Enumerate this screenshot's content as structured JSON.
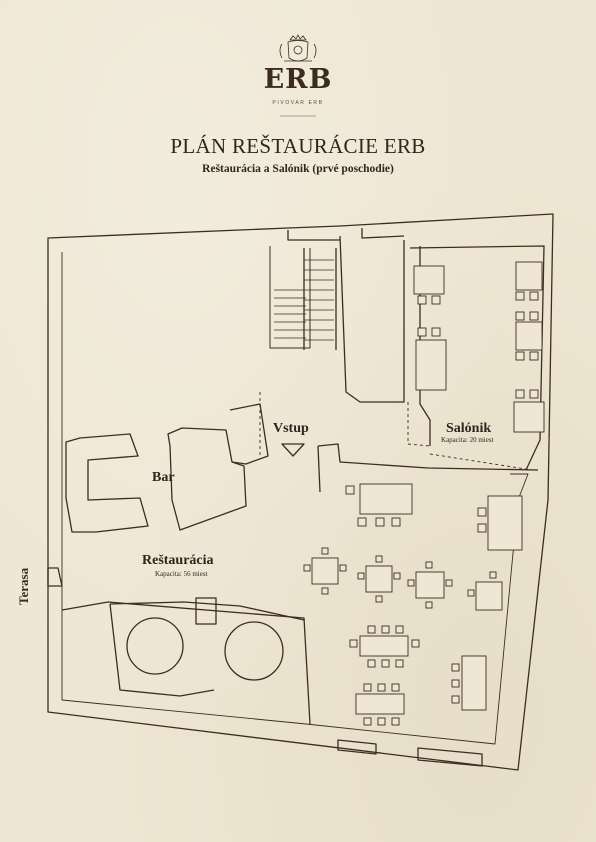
{
  "logo": {
    "brand": "ERB",
    "tagline": "PIVOVAR ERB",
    "crest_icon": "crest-icon"
  },
  "header": {
    "title": "PLÁN REŠTAURÁCIE ERB",
    "subtitle": "Reštaurácia a Salónik (prvé poschodie)"
  },
  "rooms": {
    "vstup": {
      "label": "Vstup"
    },
    "bar": {
      "label": "Bar"
    },
    "salonik": {
      "label": "Salónik",
      "capacity": "Kapacita: 20 miest"
    },
    "restauracia": {
      "label": "Reštaurácia",
      "capacity": "Kapacita: 56 miest"
    },
    "terasa": {
      "label": "Terasa"
    }
  },
  "colors": {
    "paper": "#eee6d2",
    "ink": "#3a2e22"
  }
}
